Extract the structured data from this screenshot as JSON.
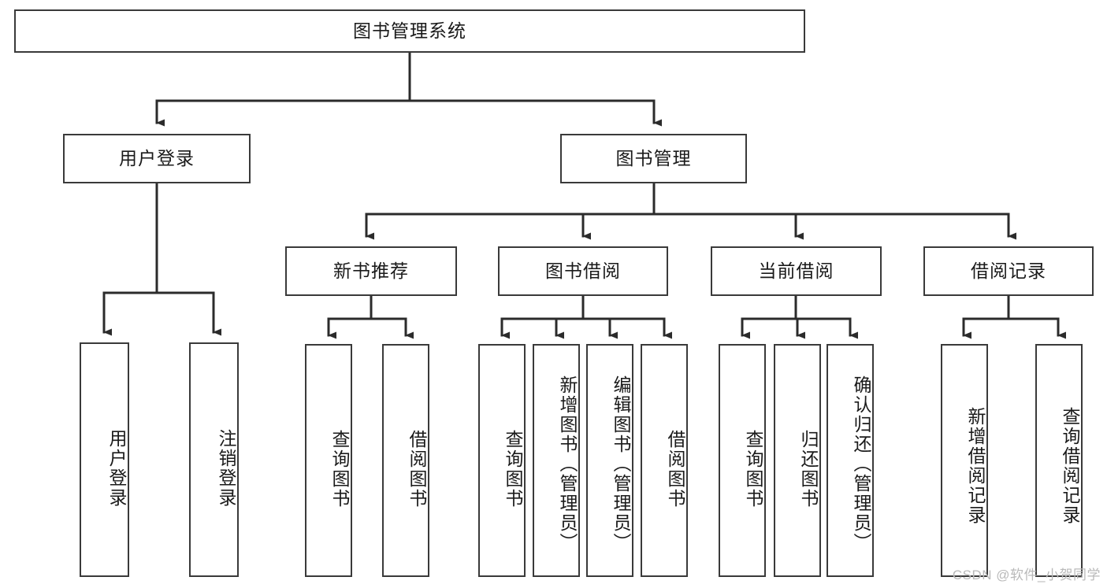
{
  "diagram": {
    "kind": "tree-hierarchy-chart",
    "title": "图书管理系统",
    "watermark": "CSDN @软件_小贺同学",
    "colors": {
      "box_border": "#3a3a3a",
      "box_fill": "#ffffff",
      "connector": "#2b2b2b",
      "text": "#1a1a1a",
      "watermark": "#b9b9b9",
      "background": "#ffffff"
    },
    "root": {
      "label": "图书管理系统"
    },
    "level2": [
      {
        "label": "用户登录"
      },
      {
        "label": "图书管理"
      }
    ],
    "level3": [
      {
        "label": "新书推荐"
      },
      {
        "label": "图书借阅"
      },
      {
        "label": "当前借阅"
      },
      {
        "label": "借阅记录"
      }
    ],
    "leaves": {
      "user_login": [
        {
          "label": "用户登录"
        },
        {
          "label": "注销登录"
        }
      ],
      "new_book_recommend": [
        {
          "label": "查询图书"
        },
        {
          "label": "借阅图书"
        }
      ],
      "book_borrow": [
        {
          "label": "查询图书"
        },
        {
          "label": "新增图书（管理员）"
        },
        {
          "label": "编辑图书（管理员）"
        },
        {
          "label": "借阅图书"
        }
      ],
      "current_borrow": [
        {
          "label": "查询图书"
        },
        {
          "label": "归还图书"
        },
        {
          "label": "确认归还（管理员）"
        }
      ],
      "borrow_record": [
        {
          "label": "新增借阅记录"
        },
        {
          "label": "查询借阅记录"
        }
      ]
    }
  }
}
